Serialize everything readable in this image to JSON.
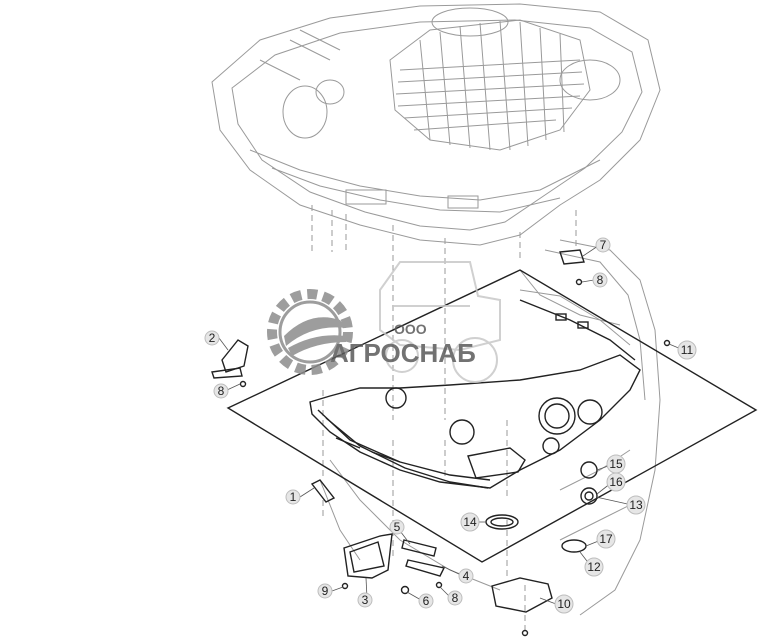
{
  "watermark": {
    "company_prefix": "ООО",
    "company_name": "АГРОСНАБ",
    "colors": {
      "gear": "#8c8c8c",
      "text": "#5a5a5a",
      "combine": "#c8c8c8"
    }
  },
  "callouts": [
    "1",
    "2",
    "3",
    "4",
    "5",
    "6",
    "7",
    "8",
    "8",
    "8",
    "9",
    "10",
    "11",
    "12",
    "13",
    "14",
    "15",
    "16",
    "17"
  ],
  "colors": {
    "line": "#222222",
    "ghost": "#9a9a9a",
    "callout_fill": "#e6e6e6"
  }
}
